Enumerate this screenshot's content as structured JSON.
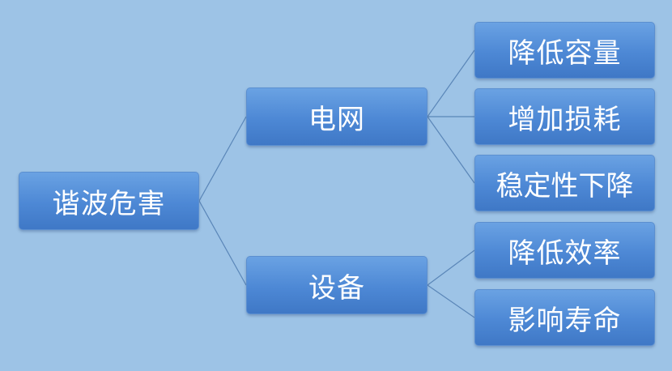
{
  "diagram": {
    "root": {
      "label": "谐波危害"
    },
    "branches": [
      {
        "label": "电网",
        "children": [
          {
            "label": "降低容量"
          },
          {
            "label": "增加损耗"
          },
          {
            "label": "稳定性下降"
          }
        ]
      },
      {
        "label": "设备",
        "children": [
          {
            "label": "降低效率"
          },
          {
            "label": "影响寿命"
          }
        ]
      }
    ]
  },
  "colors": {
    "background": "#9dc3e6",
    "node_fill": "#4d88d5",
    "node_text": "#ffffff",
    "connector": "#5a86b8"
  }
}
